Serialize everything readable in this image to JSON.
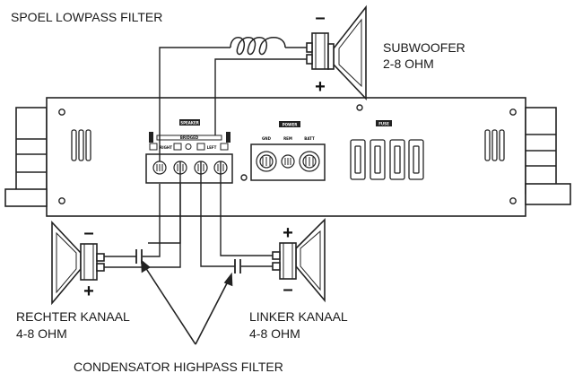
{
  "labels": {
    "coil_filter": "SPOEL LOWPASS FILTER",
    "subwoofer": "SUBWOOFER",
    "subwoofer_ohm": "2-8 OHM",
    "right_channel": "RECHTER KANAAL",
    "right_ohm": "4-8 OHM",
    "left_channel": "LINKER KANAAL",
    "left_ohm": "4-8 OHM",
    "cap_filter": "CONDENSATOR HIGHPASS FILTER"
  },
  "polarity": {
    "sub_minus": "–",
    "sub_plus": "+",
    "right_minus": "–",
    "right_plus": "+",
    "left_plus": "+",
    "left_minus": "–"
  },
  "amp_panel": {
    "speaker": "SPEAKER",
    "bridged": "BRIDGED",
    "right": "RIGHT",
    "left": "LEFT",
    "power": "POWER",
    "gnd": "GND",
    "rem": "REM",
    "batt": "BATT",
    "fuse": "FUSE"
  }
}
